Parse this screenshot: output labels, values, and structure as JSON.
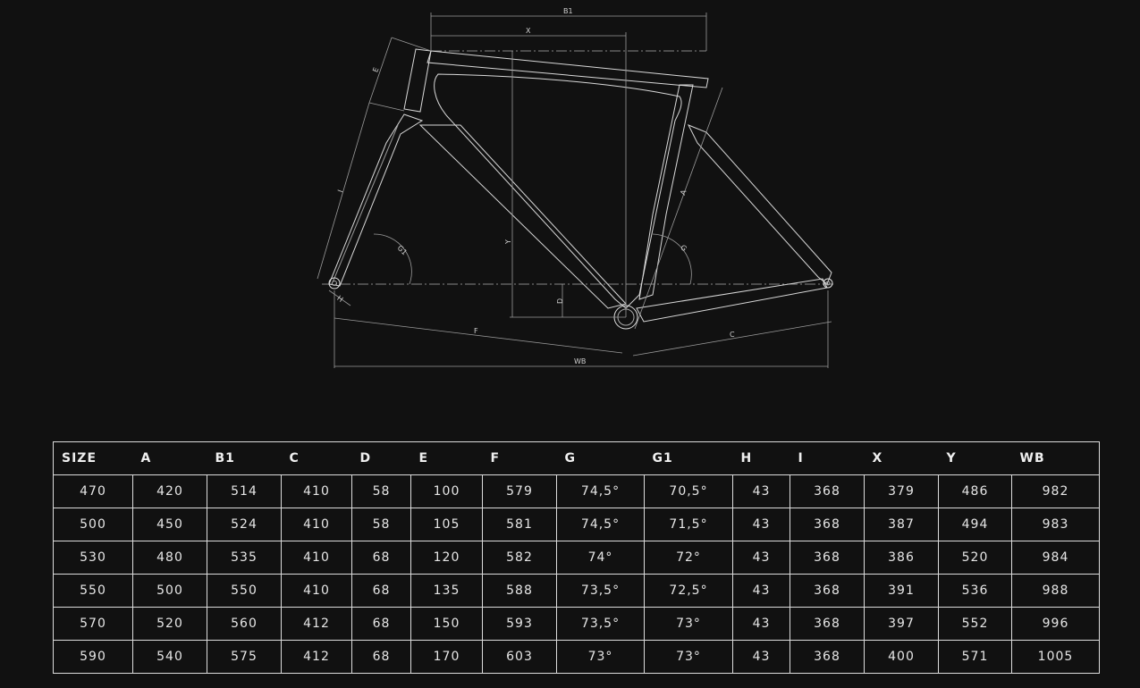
{
  "diagram": {
    "labels": {
      "b1": "B1",
      "x": "X",
      "e": "E",
      "i": "I",
      "a": "A",
      "y": "Y",
      "d": "D",
      "g1": "G1",
      "g": "G",
      "h": "H",
      "f": "F",
      "c": "C",
      "wb": "WB"
    }
  },
  "table": {
    "headers": [
      "SIZE",
      "A",
      "B1",
      "C",
      "D",
      "E",
      "F",
      "G",
      "G1",
      "H",
      "I",
      "X",
      "Y",
      "WB"
    ],
    "rows": [
      [
        "470",
        "420",
        "514",
        "410",
        "58",
        "100",
        "579",
        "74,5°",
        "70,5°",
        "43",
        "368",
        "379",
        "486",
        "982"
      ],
      [
        "500",
        "450",
        "524",
        "410",
        "58",
        "105",
        "581",
        "74,5°",
        "71,5°",
        "43",
        "368",
        "387",
        "494",
        "983"
      ],
      [
        "530",
        "480",
        "535",
        "410",
        "68",
        "120",
        "582",
        "74°",
        "72°",
        "43",
        "368",
        "386",
        "520",
        "984"
      ],
      [
        "550",
        "500",
        "550",
        "410",
        "68",
        "135",
        "588",
        "73,5°",
        "72,5°",
        "43",
        "368",
        "391",
        "536",
        "988"
      ],
      [
        "570",
        "520",
        "560",
        "412",
        "68",
        "150",
        "593",
        "73,5°",
        "73°",
        "43",
        "368",
        "397",
        "552",
        "996"
      ],
      [
        "590",
        "540",
        "575",
        "412",
        "68",
        "170",
        "603",
        "73°",
        "73°",
        "43",
        "368",
        "400",
        "571",
        "1005"
      ]
    ]
  }
}
